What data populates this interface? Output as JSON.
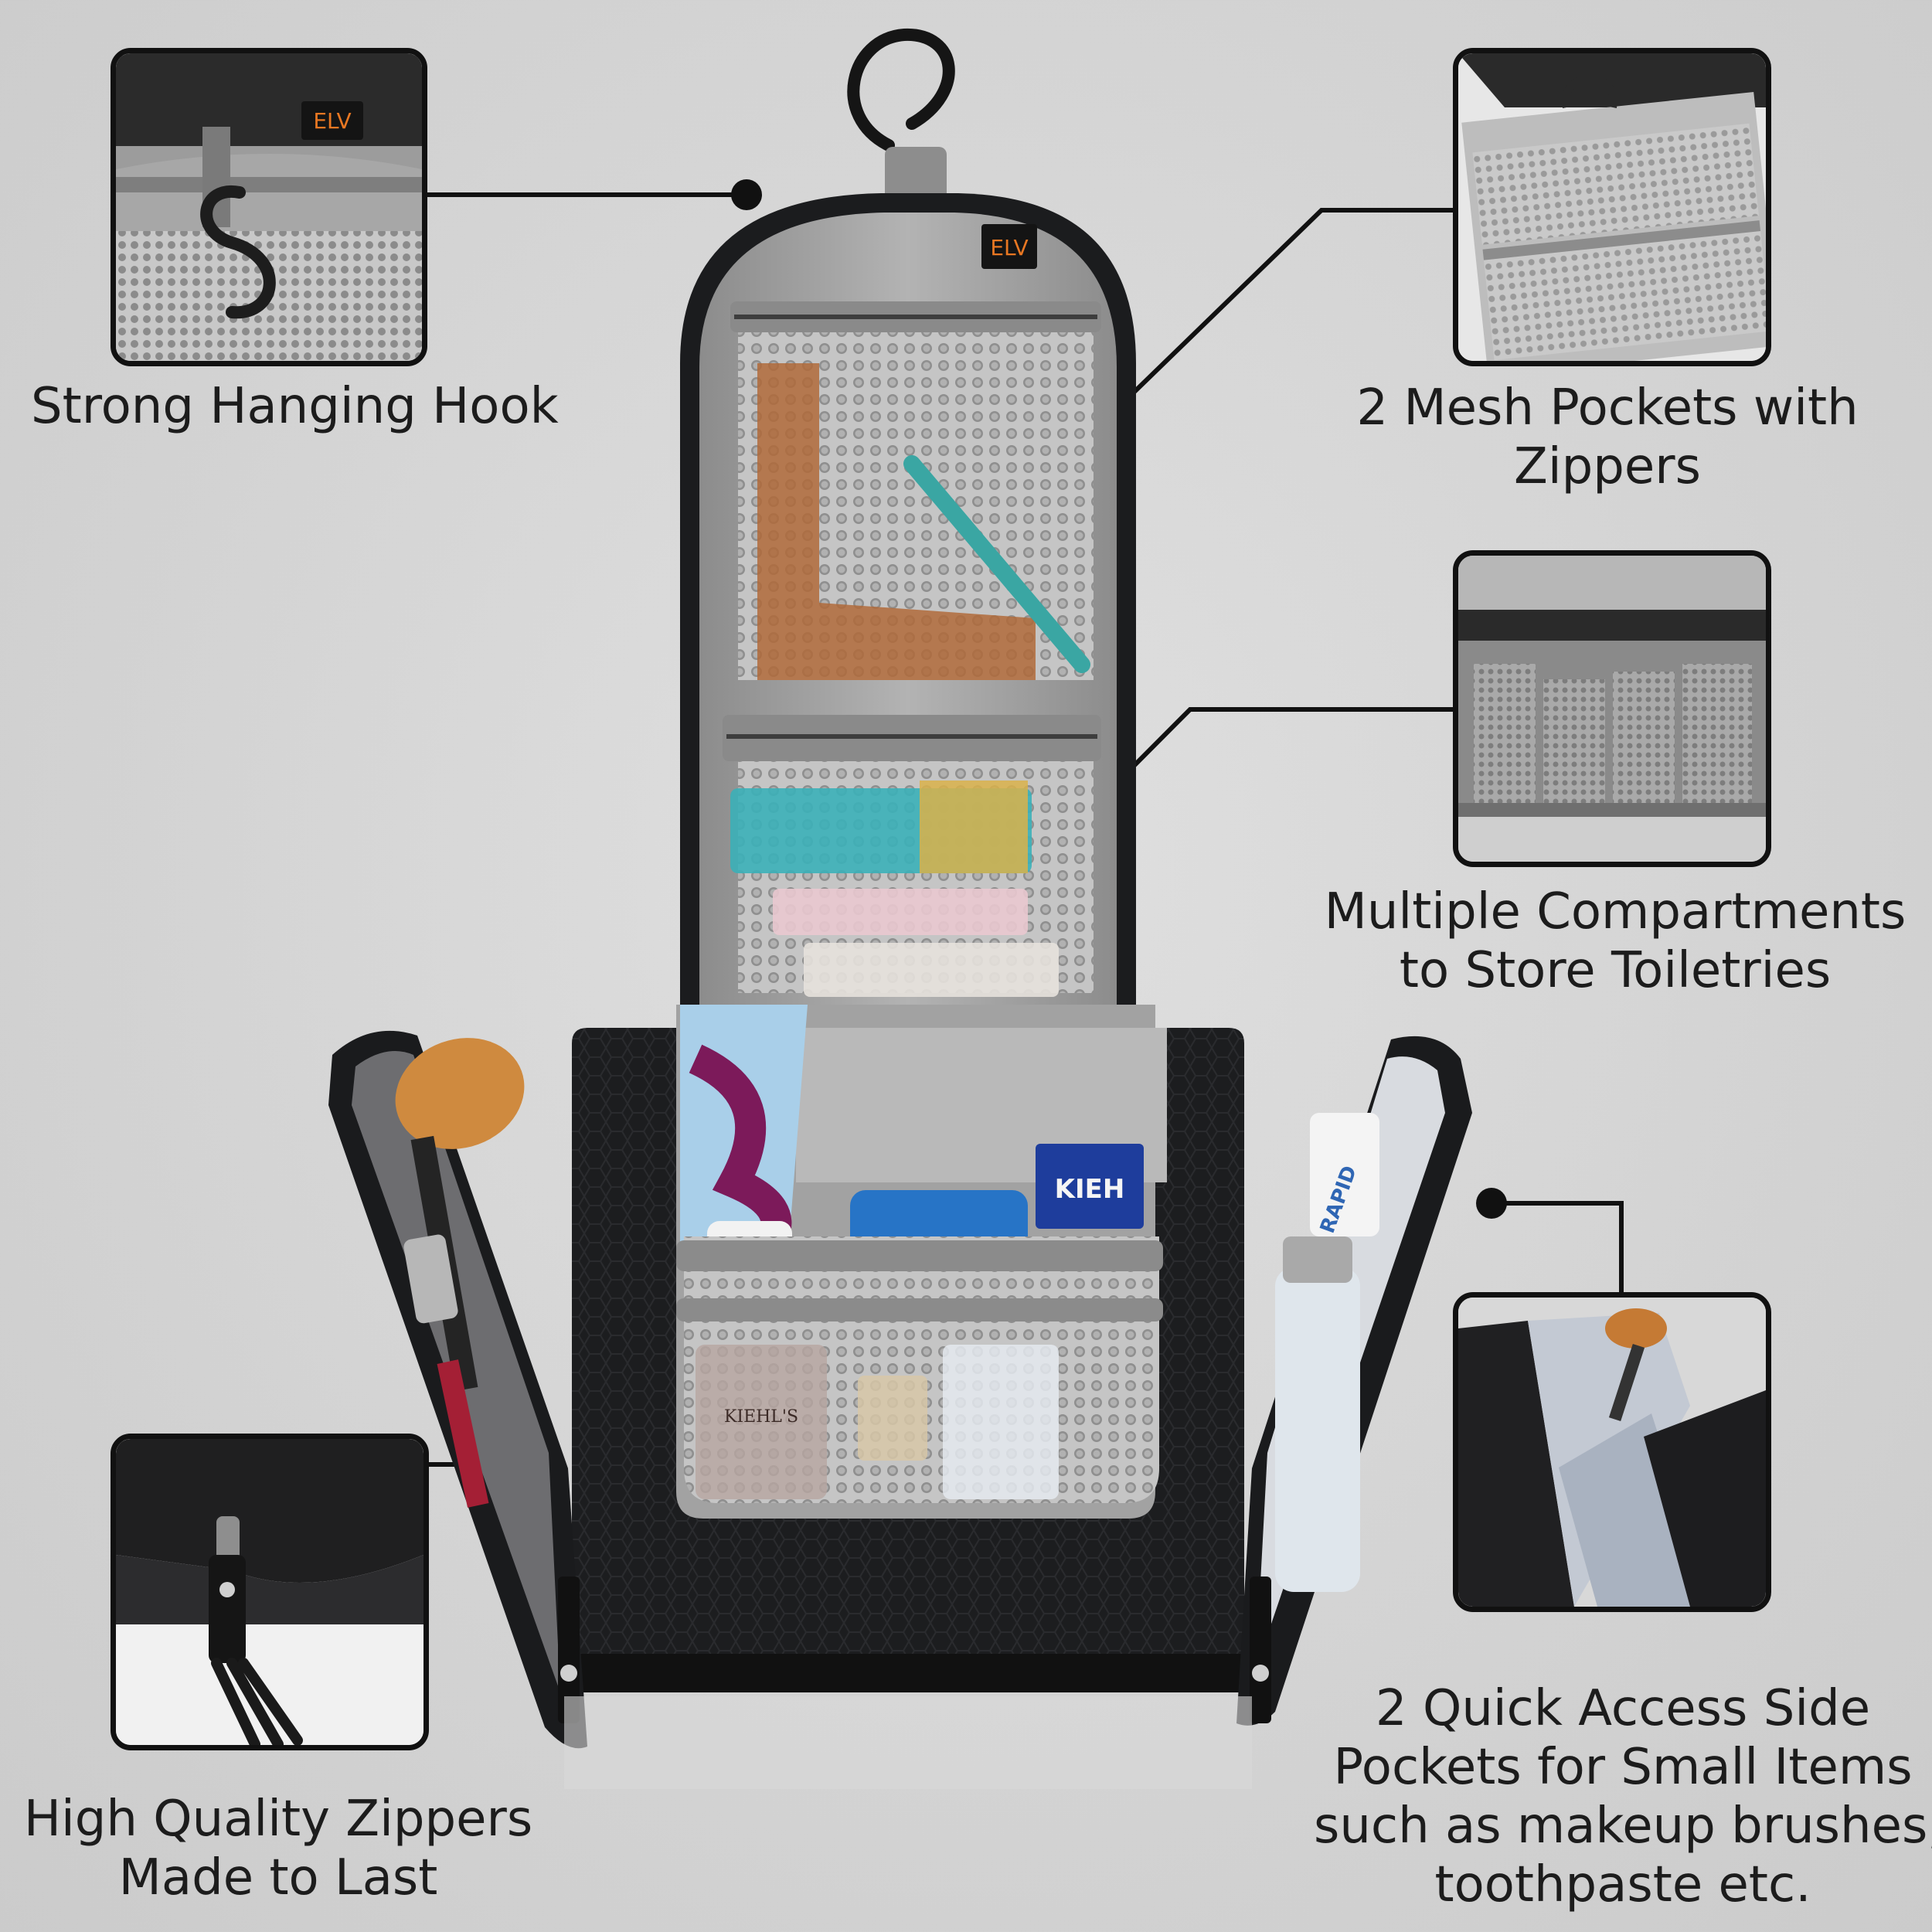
{
  "brand": {
    "label": "ELV",
    "color": "#e87722"
  },
  "features": [
    {
      "id": "hook",
      "text": "Strong Hanging Hook"
    },
    {
      "id": "mesh_line1",
      "text": "2 Mesh Pockets with"
    },
    {
      "id": "mesh_line2",
      "text": "Zippers"
    },
    {
      "id": "compart_line1",
      "text": "Multiple Compartments"
    },
    {
      "id": "compart_line2",
      "text": "to Store Toiletries"
    },
    {
      "id": "side_line1",
      "text": "2 Quick Access Side"
    },
    {
      "id": "side_line2",
      "text": "Pockets for Small Items"
    },
    {
      "id": "side_line3",
      "text": "such as makeup brushes,"
    },
    {
      "id": "side_line4",
      "text": "toothpaste etc."
    },
    {
      "id": "zip_line1",
      "text": "High Quality Zippers"
    },
    {
      "id": "zip_line2",
      "text": "Made to Last"
    }
  ],
  "colors": {
    "bag_black": "#1b1c1e",
    "lining_grey": "#9a9a9a",
    "mesh": "#b8b8b8",
    "leader": "#111111"
  }
}
